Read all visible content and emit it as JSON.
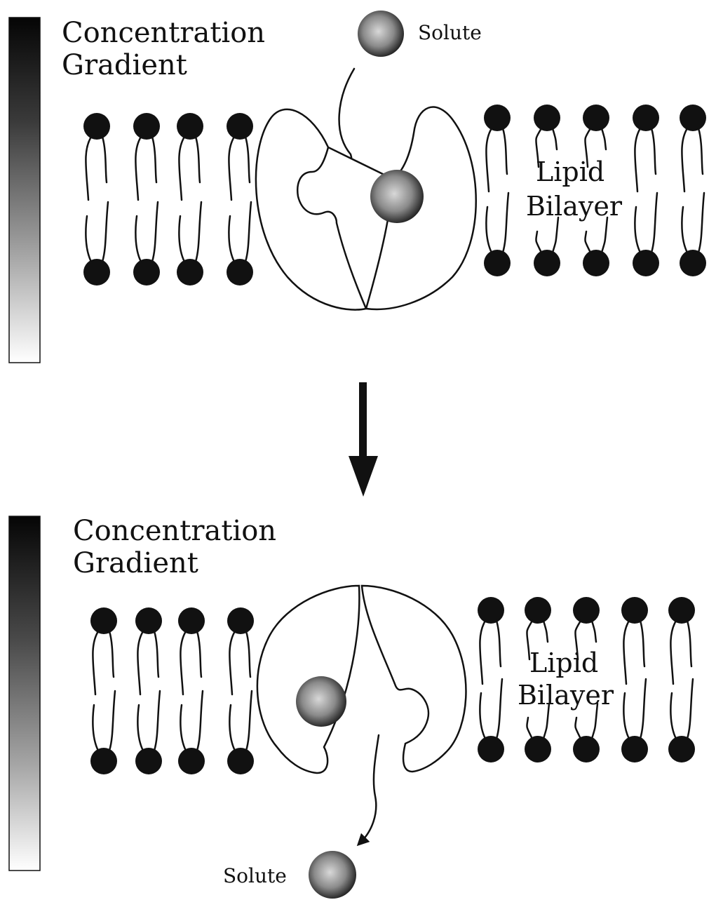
{
  "panels": [
    {
      "id": "top",
      "gradient_label_line1": "Concentration",
      "gradient_label_line2": "Gradient",
      "solute_label": "Solute",
      "bilayer_label_line1": "Lipid",
      "bilayer_label_line2": "Bilayer"
    },
    {
      "id": "bottom",
      "gradient_label_line1": "Concentration",
      "gradient_label_line2": "Gradient",
      "solute_label": "Solute",
      "bilayer_label_line1": "Lipid",
      "bilayer_label_line2": "Bilayer"
    }
  ],
  "colors": {
    "ink": "#111111",
    "gradient_dark": "#0a0a0a",
    "gradient_light": "#ffffff",
    "solute_center": "#cfcfcf",
    "solute_edge": "#1a1a1a"
  }
}
